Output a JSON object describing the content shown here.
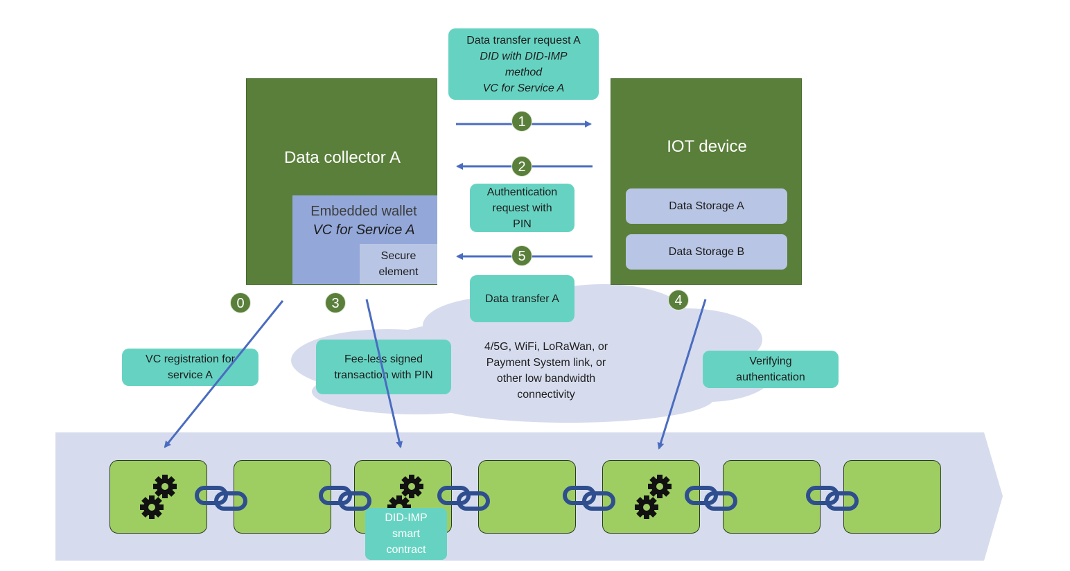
{
  "data_collector": {
    "title": "Data collector A",
    "wallet": {
      "title": "Embedded wallet",
      "subtitle": "VC for Service A"
    },
    "secure_element": {
      "line1": "Secure",
      "line2": "element"
    }
  },
  "iot_device": {
    "title": "IOT device",
    "storage": [
      "Data Storage A",
      "Data Storage B"
    ]
  },
  "messages": {
    "request": {
      "line1": "Data transfer request A",
      "line2": "DID with DID-IMP",
      "line3": "method",
      "line4": "VC for Service A"
    },
    "auth": {
      "line1": "Authentication",
      "line2": "request with",
      "line3": "PIN"
    },
    "transfer": {
      "line1": "Data transfer A"
    },
    "registration": {
      "line1": "VC registration for",
      "line2": "service A"
    },
    "feeless": {
      "line1": "Fee-less signed",
      "line2": "transaction with PIN"
    },
    "verifying": {
      "line1": "Verifying",
      "line2": "authentication"
    },
    "contract": {
      "line1": "DID-IMP",
      "line2": "smart",
      "line3": "contract"
    }
  },
  "steps": [
    "0",
    "1",
    "2",
    "3",
    "4",
    "5"
  ],
  "cloud": {
    "line1": "4/5G, WiFi, LoRaWan, or",
    "line2": "Payment System link, or",
    "line3": "other low bandwidth",
    "line4": "connectivity"
  },
  "colors": {
    "device_green": "#5a7f3a",
    "message_teal": "#66d3c2",
    "storage_blue": "#b8c5e4",
    "wallet_blue": "#93a8d9",
    "arrow_blue": "#4a6cc0",
    "block_green": "#9ece62",
    "chain_band": "#d6dced",
    "link_navy": "#2f4e8f"
  },
  "icons": {
    "gears": "gears-icon",
    "chain_link": "chain-link-icon",
    "arrow": "arrow-icon"
  }
}
